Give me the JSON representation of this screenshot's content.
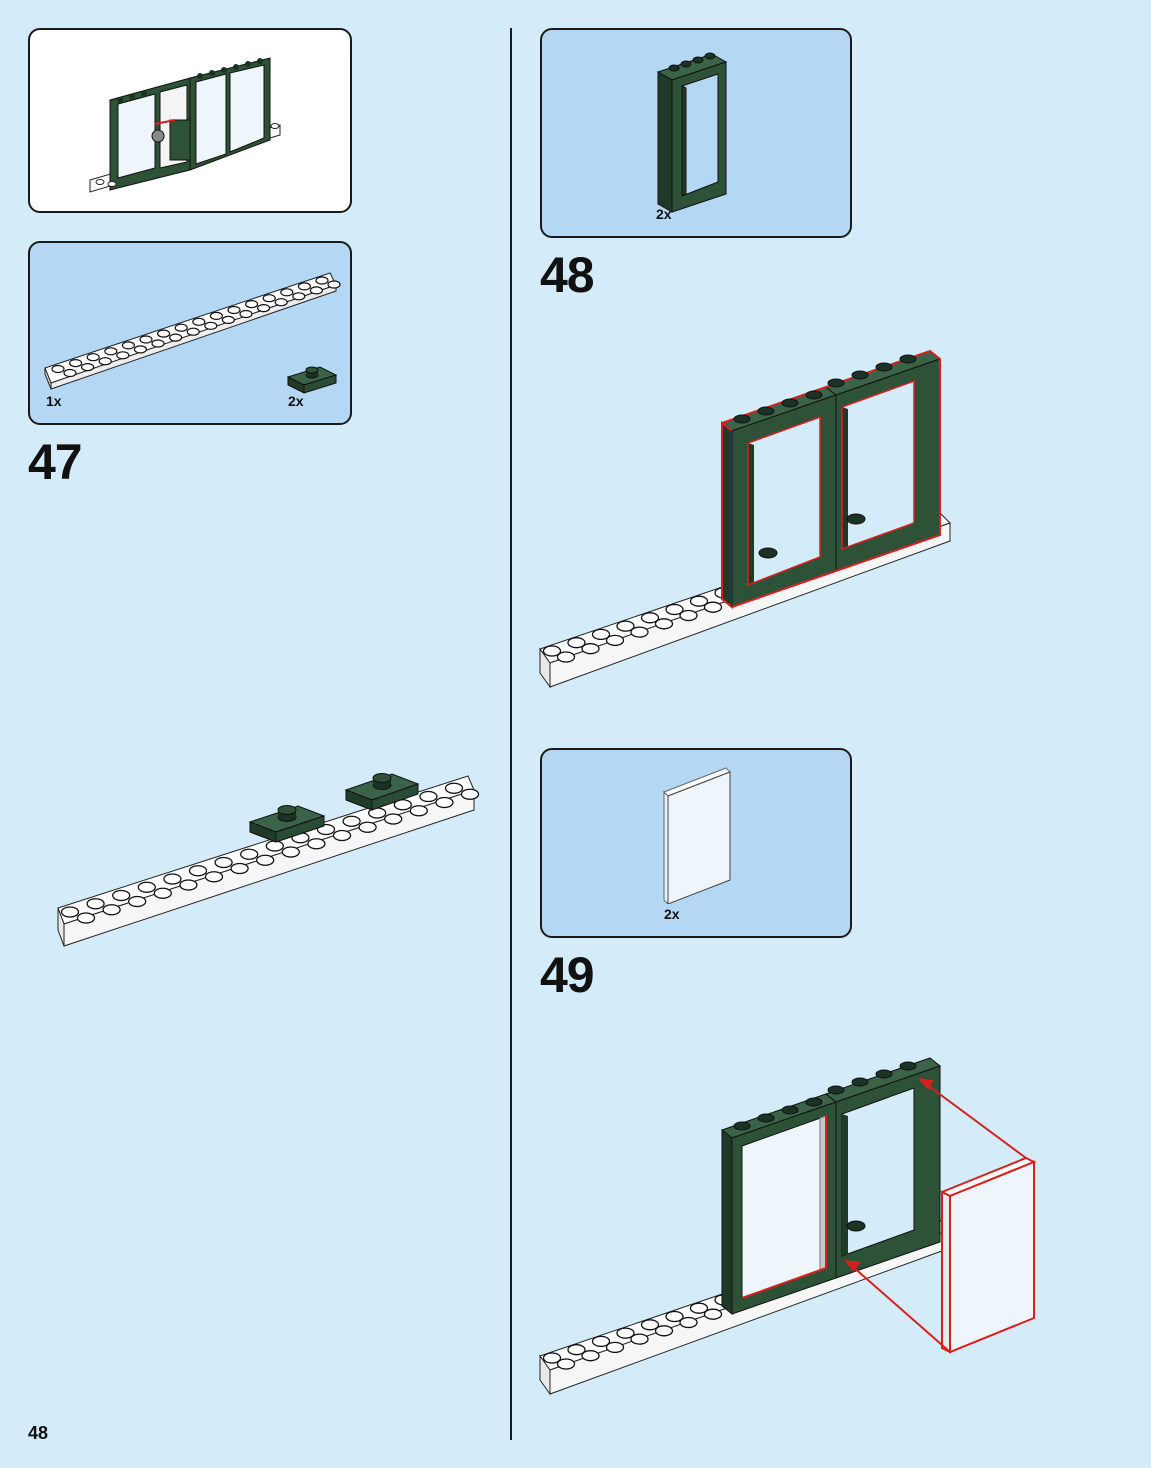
{
  "page_number": "48",
  "steps": [
    {
      "number": "47",
      "parts": [
        {
          "quantity": "1x",
          "part": "white-plate-2x16"
        },
        {
          "quantity": "2x",
          "part": "dark-green-jumper-plate-1x2"
        }
      ]
    },
    {
      "number": "48",
      "parts": [
        {
          "quantity": "2x",
          "part": "dark-green-door-frame"
        }
      ]
    },
    {
      "number": "49",
      "parts": [
        {
          "quantity": "2x",
          "part": "transparent-glass-pane"
        }
      ]
    }
  ],
  "colors": {
    "background": "#d4ebfa",
    "parts_panel": "#b4d8f3",
    "dark_green": "#2e5238",
    "highlight_red": "#d62020",
    "plate_white": "#ffffff"
  }
}
